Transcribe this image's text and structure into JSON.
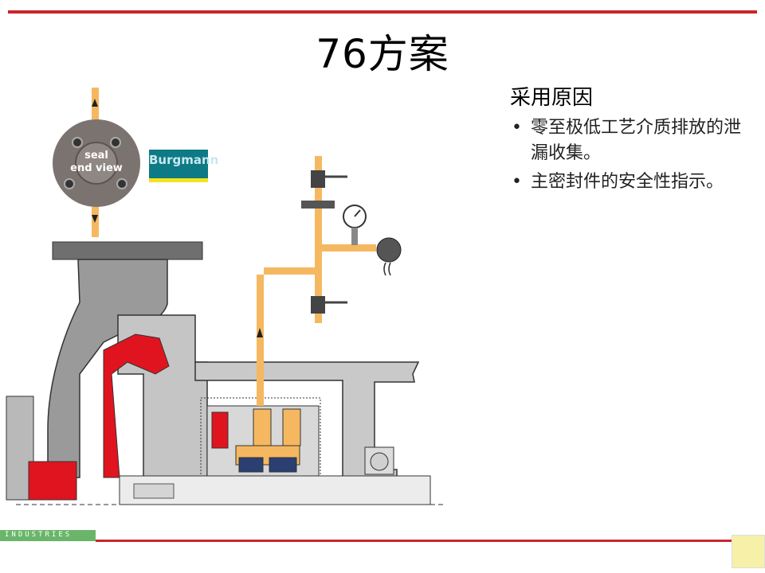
{
  "title": "76方案",
  "panel": {
    "heading": "采用原因",
    "bullets": [
      "零至极低工艺介质排放的泄漏收集。",
      "主密封件的安全性指示。"
    ]
  },
  "diagram": {
    "seal_view_label_line1": "seal",
    "seal_view_label_line2": "end view",
    "logo_text": "Burgmann",
    "footer_brand": "INDUSTRIES",
    "colors": {
      "accent_red": "#c9252c",
      "pipe_orange": "#f5b860",
      "housing_gray": "#8a8a8a",
      "seal_red": "#e0141e",
      "logo_teal": "#0e7a86",
      "logo_yellow": "#f4e21e"
    },
    "icons": [
      "arrow-up-icon",
      "arrow-down-icon",
      "pressure-gauge-icon",
      "valve-icon",
      "pressure-switch-icon",
      "bolt-icon"
    ]
  }
}
